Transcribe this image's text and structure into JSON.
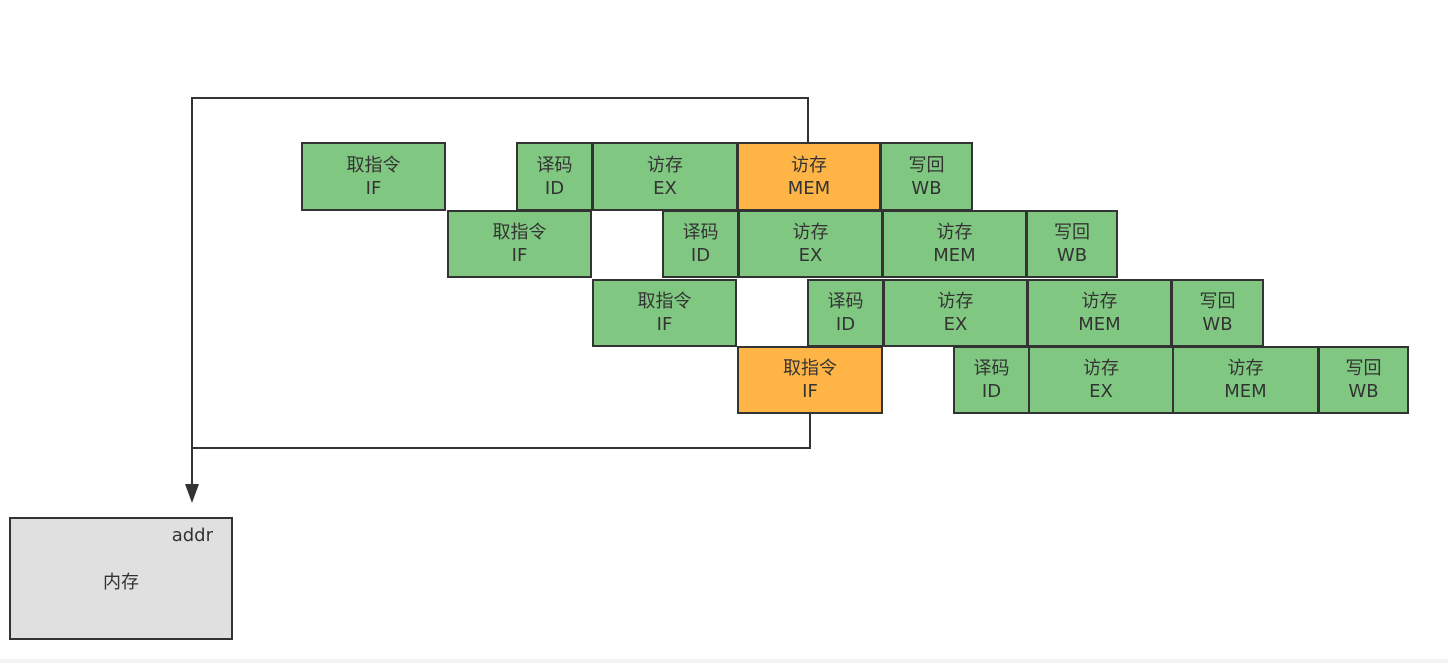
{
  "colors": {
    "normal": "#80c882",
    "highlight": "#ffb446",
    "memory": "#e0e0e0",
    "stroke": "#333333"
  },
  "stage_labels": {
    "IF": {
      "cn": "取指令",
      "en": "IF"
    },
    "ID": {
      "cn": "译码",
      "en": "ID"
    },
    "EX": {
      "cn": "访存",
      "en": "EX"
    },
    "MEM": {
      "cn": "访存",
      "en": "MEM"
    },
    "WB": {
      "cn": "写回",
      "en": "WB"
    }
  },
  "pipeline": [
    {
      "stages": [
        {
          "stage": "IF"
        },
        {
          "stage": "ID"
        },
        {
          "stage": "EX"
        },
        {
          "stage": "MEM",
          "highlight": true
        },
        {
          "stage": "WB"
        }
      ]
    },
    {
      "stages": [
        {
          "stage": "IF"
        },
        {
          "stage": "ID"
        },
        {
          "stage": "EX"
        },
        {
          "stage": "MEM"
        },
        {
          "stage": "WB"
        }
      ]
    },
    {
      "stages": [
        {
          "stage": "IF"
        },
        {
          "stage": "ID"
        },
        {
          "stage": "EX"
        },
        {
          "stage": "MEM"
        },
        {
          "stage": "WB"
        }
      ]
    },
    {
      "stages": [
        {
          "stage": "IF",
          "highlight": true
        },
        {
          "stage": "ID"
        },
        {
          "stage": "EX"
        },
        {
          "stage": "MEM"
        },
        {
          "stage": "WB"
        }
      ]
    }
  ],
  "memory": {
    "label": "内存",
    "port": "addr"
  }
}
